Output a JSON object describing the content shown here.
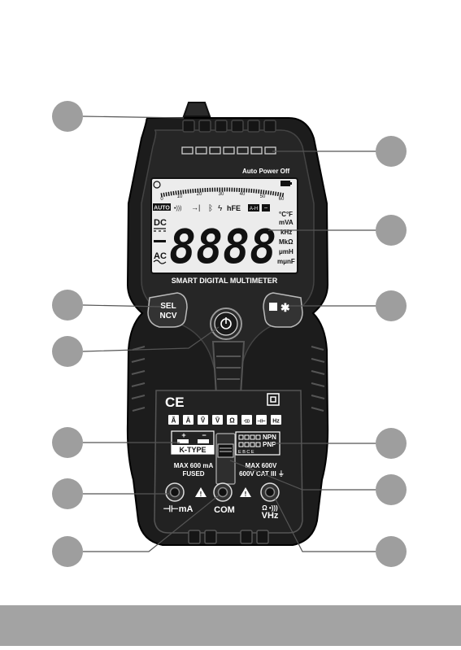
{
  "device": {
    "auto_power_off": "Auto Power Off",
    "model_label": "SMART DIGITAL MULTIMETER",
    "display_digits": "8888",
    "dc": "DC",
    "ac": "AC",
    "auto": "AUTO",
    "hfe": "hFE",
    "ah": "A-H",
    "minus": "−",
    "bargraph_ticks": [
      "0",
      "10",
      "20",
      "30",
      "40",
      "50",
      "60"
    ],
    "unit_temp": "°C°F",
    "unit_mva": "mVA",
    "unit_khz": "kHz",
    "unit_mkohm": "MkΩ",
    "unit_umh": "μmH",
    "unit_umunf": "mμnF",
    "sel_button": "SEL",
    "ncv_button": "NCV",
    "ce_mark": "CE",
    "func_symbols": [
      "Ã",
      "Ā",
      "Ṽ",
      "V̄",
      "Ω",
      "•)))",
      "⊣⊢",
      "Hz"
    ],
    "k_type": "K-TYPE",
    "plus": "+",
    "minus_sign": "−",
    "npn": "NPN",
    "pnp": "PNP",
    "ebce": "E B C E",
    "max_ma": "MAX 600 mA",
    "fused": "FUSED",
    "max_v": "MAX 600V",
    "cat": "600V CAT III ⏚",
    "jack_ma_label": "⊣⊢mA",
    "jack_com_label": "COM",
    "jack_v_label_top": "Ω •)))",
    "jack_v_label_bottom": "VHz"
  },
  "colors": {
    "body": "#1c1c1c",
    "bezel": "#2e2e2e",
    "lcd": "#ececec",
    "callout": "#9e9e9e",
    "footer": "#a3a3a3"
  }
}
